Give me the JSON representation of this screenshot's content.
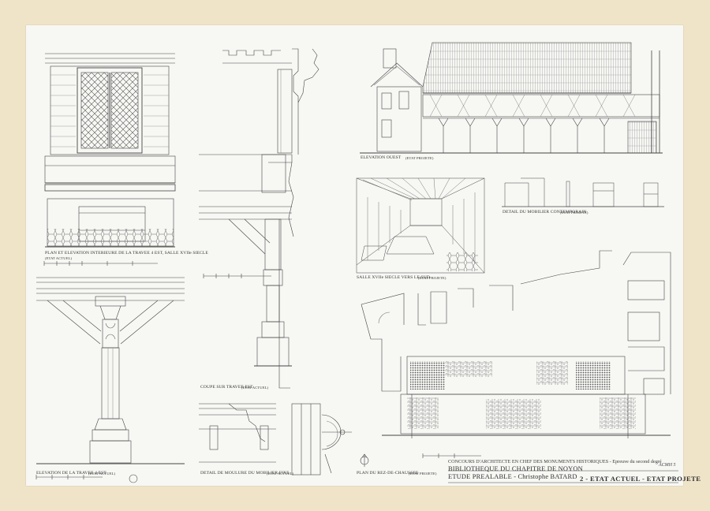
{
  "captions": {
    "plan_elevation": "PLAN ET ELEVATION INTERIEURE DE LA TRAVEE 4 EST, SALLE XVIIe SIECLE",
    "plan_elevation_state": "(ETAT ACTUEL)",
    "elevation_ouest": "ELEVATION OUEST",
    "elevation_ouest_state": "(ETAT PROJETE)",
    "detail_mobilier": "DETAIL DU MOBILIER CONTEMPORAIN",
    "detail_mobilier_state": "(ETAT PROJETE)",
    "salle_xviie": "SALLE XVIIe SIECLE VERS LE SUD",
    "salle_xviie_state": "(ETAT PROJETE)",
    "coupe_travee": "COUPE SUR TRAVEE EST",
    "coupe_travee_state": "(ETAT ACTUEL)",
    "elevation_travee": "ELEVATION DE LA TRAVEE 4 EST",
    "elevation_travee_state": "(ETAT ACTUEL)",
    "detail_mouluré": "DETAIL DE MOULURE DU MOBILIER FIXE",
    "detail_moulure_state": "(ETAT ACTUEL)",
    "plan_rdc": "PLAN DU REZ-DE-CHAUSSEE",
    "plan_rdc_state": "(ETAT PROJETE)"
  },
  "title_block": {
    "line1": "CONCOURS D'ARCHITECTE EN CHEF DES MONUMENTS HISTORIQUES - Epreuve du second degré",
    "line2": "BIBLIOTHEQUE DU CHAPITRE DE NOYON",
    "line3": "ETUDE PREALABLE - Christophe BATARD",
    "sheet_title": "2 - ETAT ACTUEL - ETAT PROJETE",
    "sheet_ref": "ACMH 5"
  }
}
